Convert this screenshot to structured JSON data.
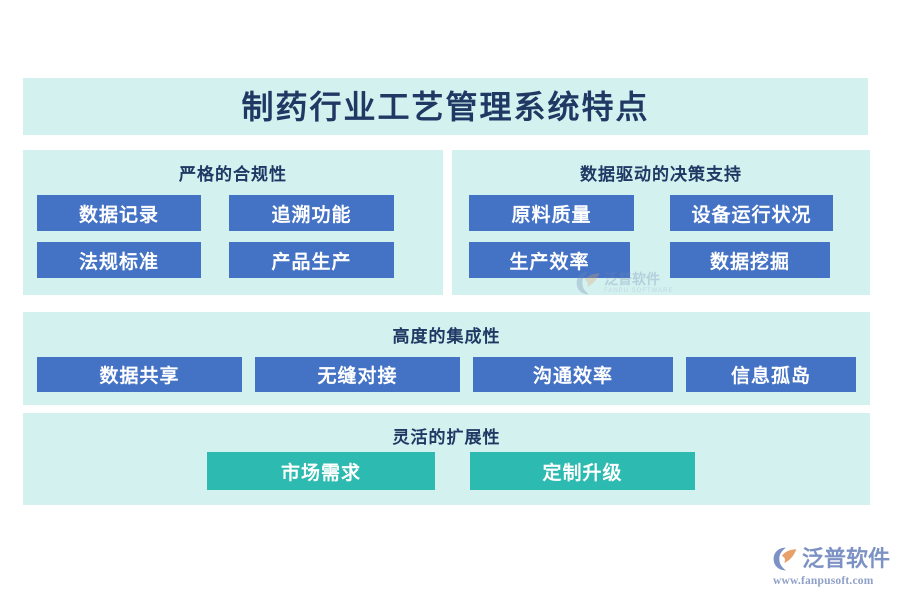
{
  "title": {
    "text": "制药行业工艺管理系统特点"
  },
  "colors": {
    "page_background": "#ffffff",
    "panel_background": "#d3f1ee",
    "box_blue": "#4472c4",
    "box_teal": "#2dbab0",
    "title_text": "#1f3864",
    "box_text": "#ffffff",
    "logo": "#7d92c4"
  },
  "sections": [
    {
      "id": "compliance",
      "heading": "严格的合规性",
      "boxes": [
        {
          "label": "数据记录",
          "style": "blue"
        },
        {
          "label": "追溯功能",
          "style": "blue"
        },
        {
          "label": "法规标准",
          "style": "blue"
        },
        {
          "label": "产品生产",
          "style": "blue"
        }
      ]
    },
    {
      "id": "decision",
      "heading": "数据驱动的决策支持",
      "boxes": [
        {
          "label": "原料质量",
          "style": "blue"
        },
        {
          "label": "设备运行状况",
          "style": "blue"
        },
        {
          "label": "生产效率",
          "style": "blue"
        },
        {
          "label": "数据挖掘",
          "style": "blue"
        }
      ]
    },
    {
      "id": "integration",
      "heading": "高度的集成性",
      "boxes": [
        {
          "label": "数据共享",
          "style": "blue"
        },
        {
          "label": "无缝对接",
          "style": "blue"
        },
        {
          "label": "沟通效率",
          "style": "blue"
        },
        {
          "label": "信息孤岛",
          "style": "blue"
        }
      ]
    },
    {
      "id": "extensibility",
      "heading": "灵活的扩展性",
      "boxes": [
        {
          "label": "市场需求",
          "style": "teal"
        },
        {
          "label": "定制升级",
          "style": "teal"
        }
      ]
    }
  ],
  "watermark": {
    "cn": "泛普软件",
    "en": "FANPU SOFTWARE"
  },
  "logo": {
    "cn": "泛普软件",
    "url": "www.fanpusoft.com"
  }
}
